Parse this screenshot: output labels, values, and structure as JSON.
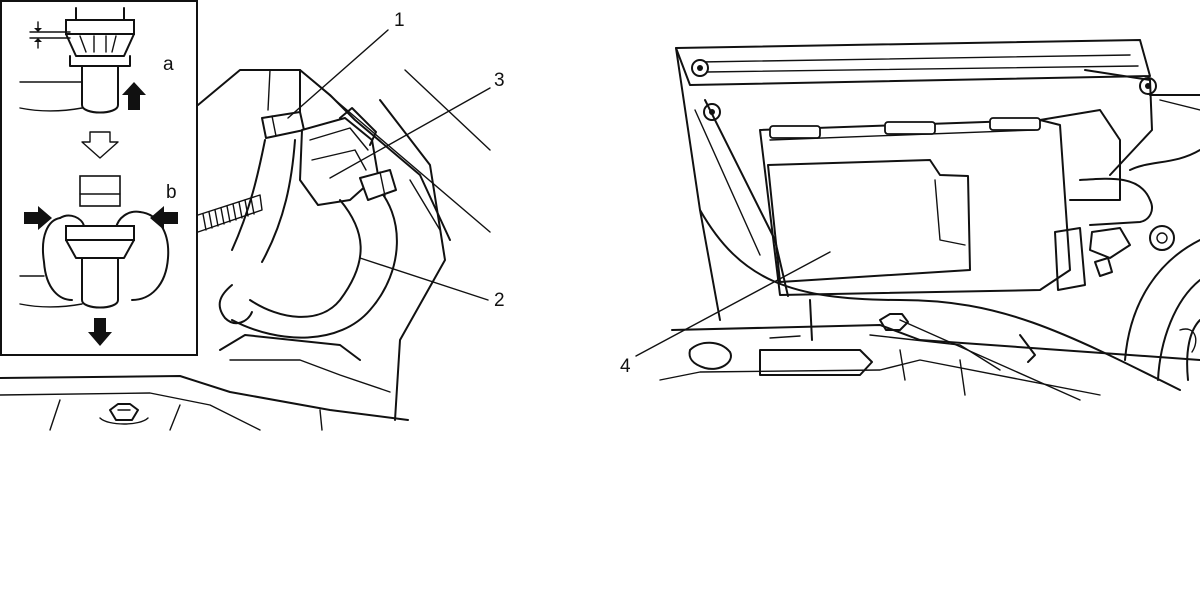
{
  "figure": {
    "left_panel": {
      "callouts": {
        "c1": "1",
        "c2": "2",
        "c3": "3"
      },
      "inset": {
        "label_a": "a",
        "label_b": "b"
      }
    },
    "right_panel": {
      "callouts": {
        "c4": "4"
      }
    }
  }
}
